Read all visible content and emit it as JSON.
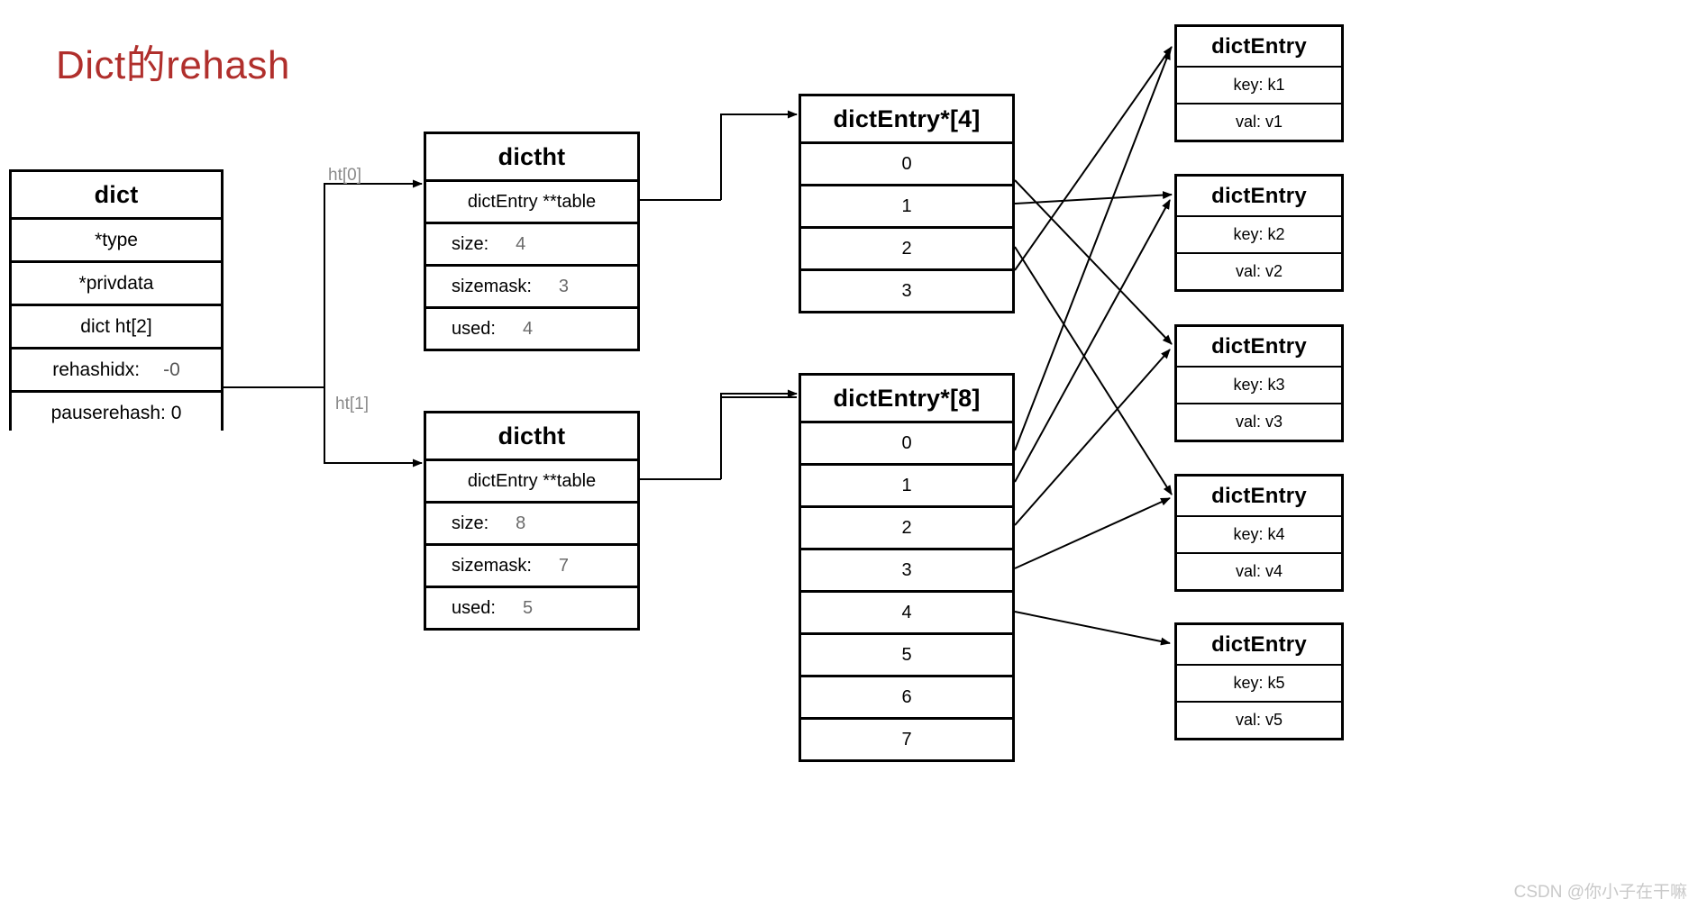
{
  "title": "Dict的rehash",
  "colors": {
    "title": "#b02f2c",
    "stroke": "#000000",
    "value_text": "#6b6b6b",
    "edge_label": "#8a8a8a",
    "watermark": "#c9c9c9",
    "background": "#ffffff"
  },
  "dict": {
    "title": "dict",
    "fields": [
      {
        "label": "*type",
        "value": ""
      },
      {
        "label": "*privdata",
        "value": ""
      },
      {
        "label": "dict ht[2]",
        "value": ""
      },
      {
        "label": "rehashidx:",
        "value": "-0"
      },
      {
        "label": "pauserehash: 0",
        "value": ""
      }
    ]
  },
  "edge_labels": {
    "ht0": "ht[0]",
    "ht1": "ht[1]"
  },
  "dictht": [
    {
      "title": "dictht",
      "table_field": "dictEntry **table",
      "fields": [
        {
          "label": "size:",
          "value": "4"
        },
        {
          "label": "sizemask:",
          "value": "3"
        },
        {
          "label": "used:",
          "value": "4"
        }
      ]
    },
    {
      "title": "dictht",
      "table_field": "dictEntry **table",
      "fields": [
        {
          "label": "size:",
          "value": "8"
        },
        {
          "label": "sizemask:",
          "value": "7"
        },
        {
          "label": "used:",
          "value": "5"
        }
      ]
    }
  ],
  "bucket_arrays": [
    {
      "title": "dictEntry*[4]",
      "slots": [
        "0",
        "1",
        "2",
        "3"
      ]
    },
    {
      "title": "dictEntry*[8]",
      "slots": [
        "0",
        "1",
        "2",
        "3",
        "4",
        "5",
        "6",
        "7"
      ]
    }
  ],
  "entries": [
    {
      "title": "dictEntry",
      "key": "key: k1",
      "val": "val: v1"
    },
    {
      "title": "dictEntry",
      "key": "key: k2",
      "val": "val: v2"
    },
    {
      "title": "dictEntry",
      "key": "key: k3",
      "val": "val: v3"
    },
    {
      "title": "dictEntry",
      "key": "key: k4",
      "val": "val: v4"
    },
    {
      "title": "dictEntry",
      "key": "key: k5",
      "val": "val: v5"
    }
  ],
  "watermark": "CSDN @你小子在干嘛"
}
